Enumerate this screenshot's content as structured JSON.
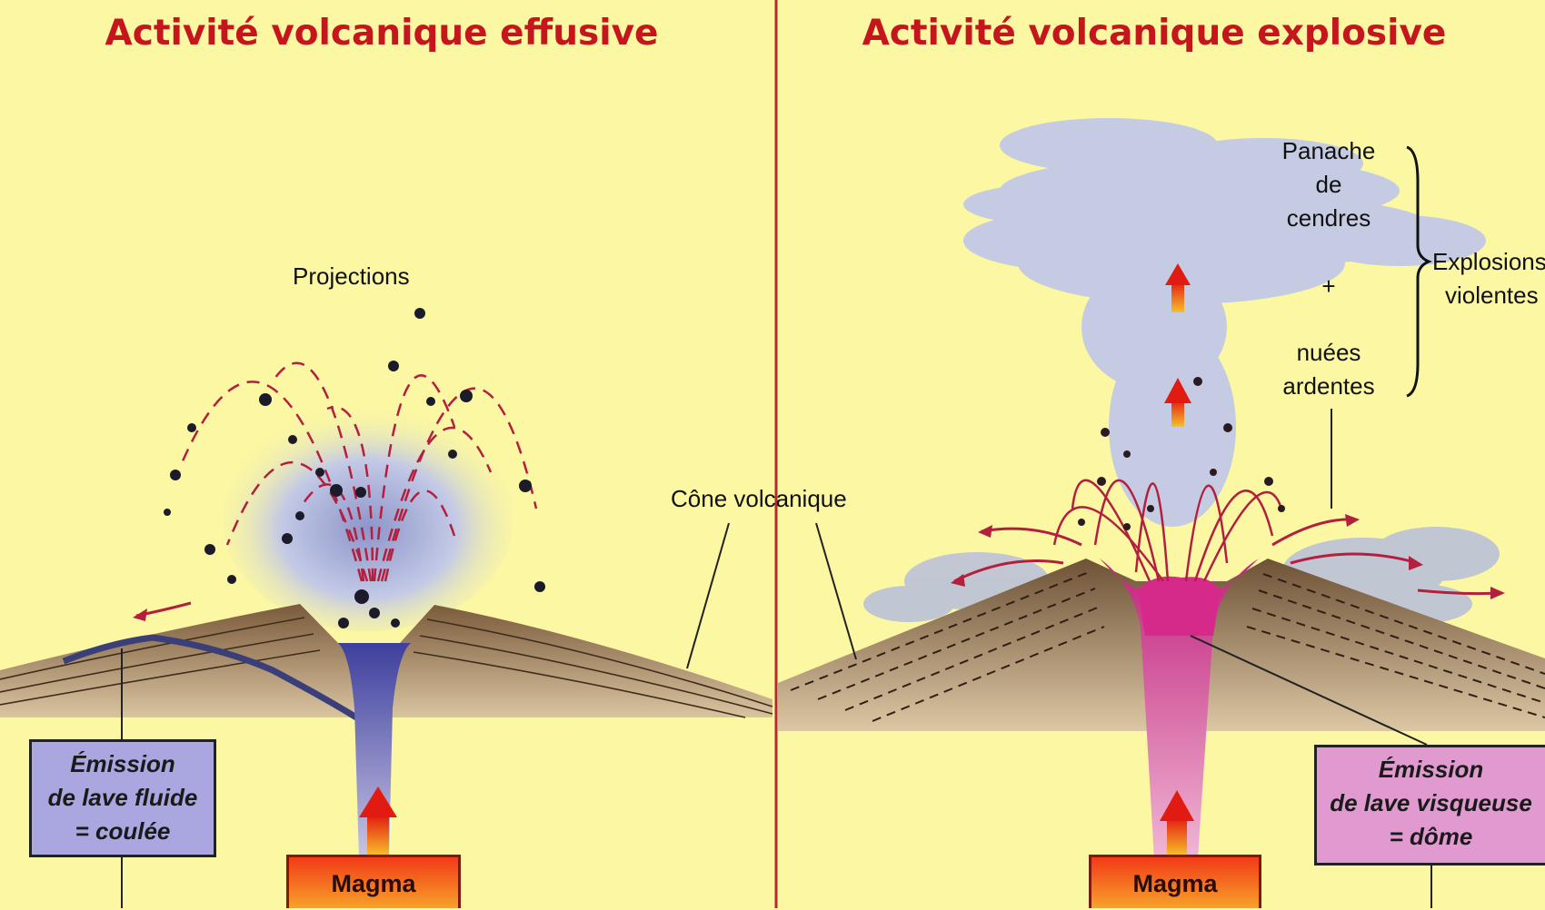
{
  "panels": {
    "left": {
      "title": "Activité volcanique effusive",
      "projections_label": "Projections",
      "emission_box": [
        "Émission",
        "de lave fluide",
        "= coulée"
      ],
      "magma_label": "Magma"
    },
    "right": {
      "title": "Activité volcanique explosive",
      "plume_label": [
        "Panache",
        "de",
        "cendres"
      ],
      "plus_label": "+",
      "nuees_label": [
        "nuées",
        "ardentes"
      ],
      "explosion_label": [
        "Explosions",
        "violentes"
      ],
      "emission_box": [
        "Émission",
        "de lave visqueuse",
        "= dôme"
      ],
      "magma_label": "Magma"
    }
  },
  "shared": {
    "cone_label": "Cône volcanique"
  },
  "colors": {
    "background": "#fbf7a3",
    "title": "#c4161c",
    "divider": "#b52a2a",
    "fluid_lava_box": "#a9a6e0",
    "viscous_lava_box": "#e19ad0",
    "magma": "#f23a18",
    "cone_brown": "#8b6a48",
    "viscous_lava": "#d62a8a",
    "ash": "#c5cbe3",
    "trajectory": "#b3203f"
  },
  "icons": [
    "up-arrow-icon",
    "flow-arrow-icon",
    "brace-icon"
  ]
}
